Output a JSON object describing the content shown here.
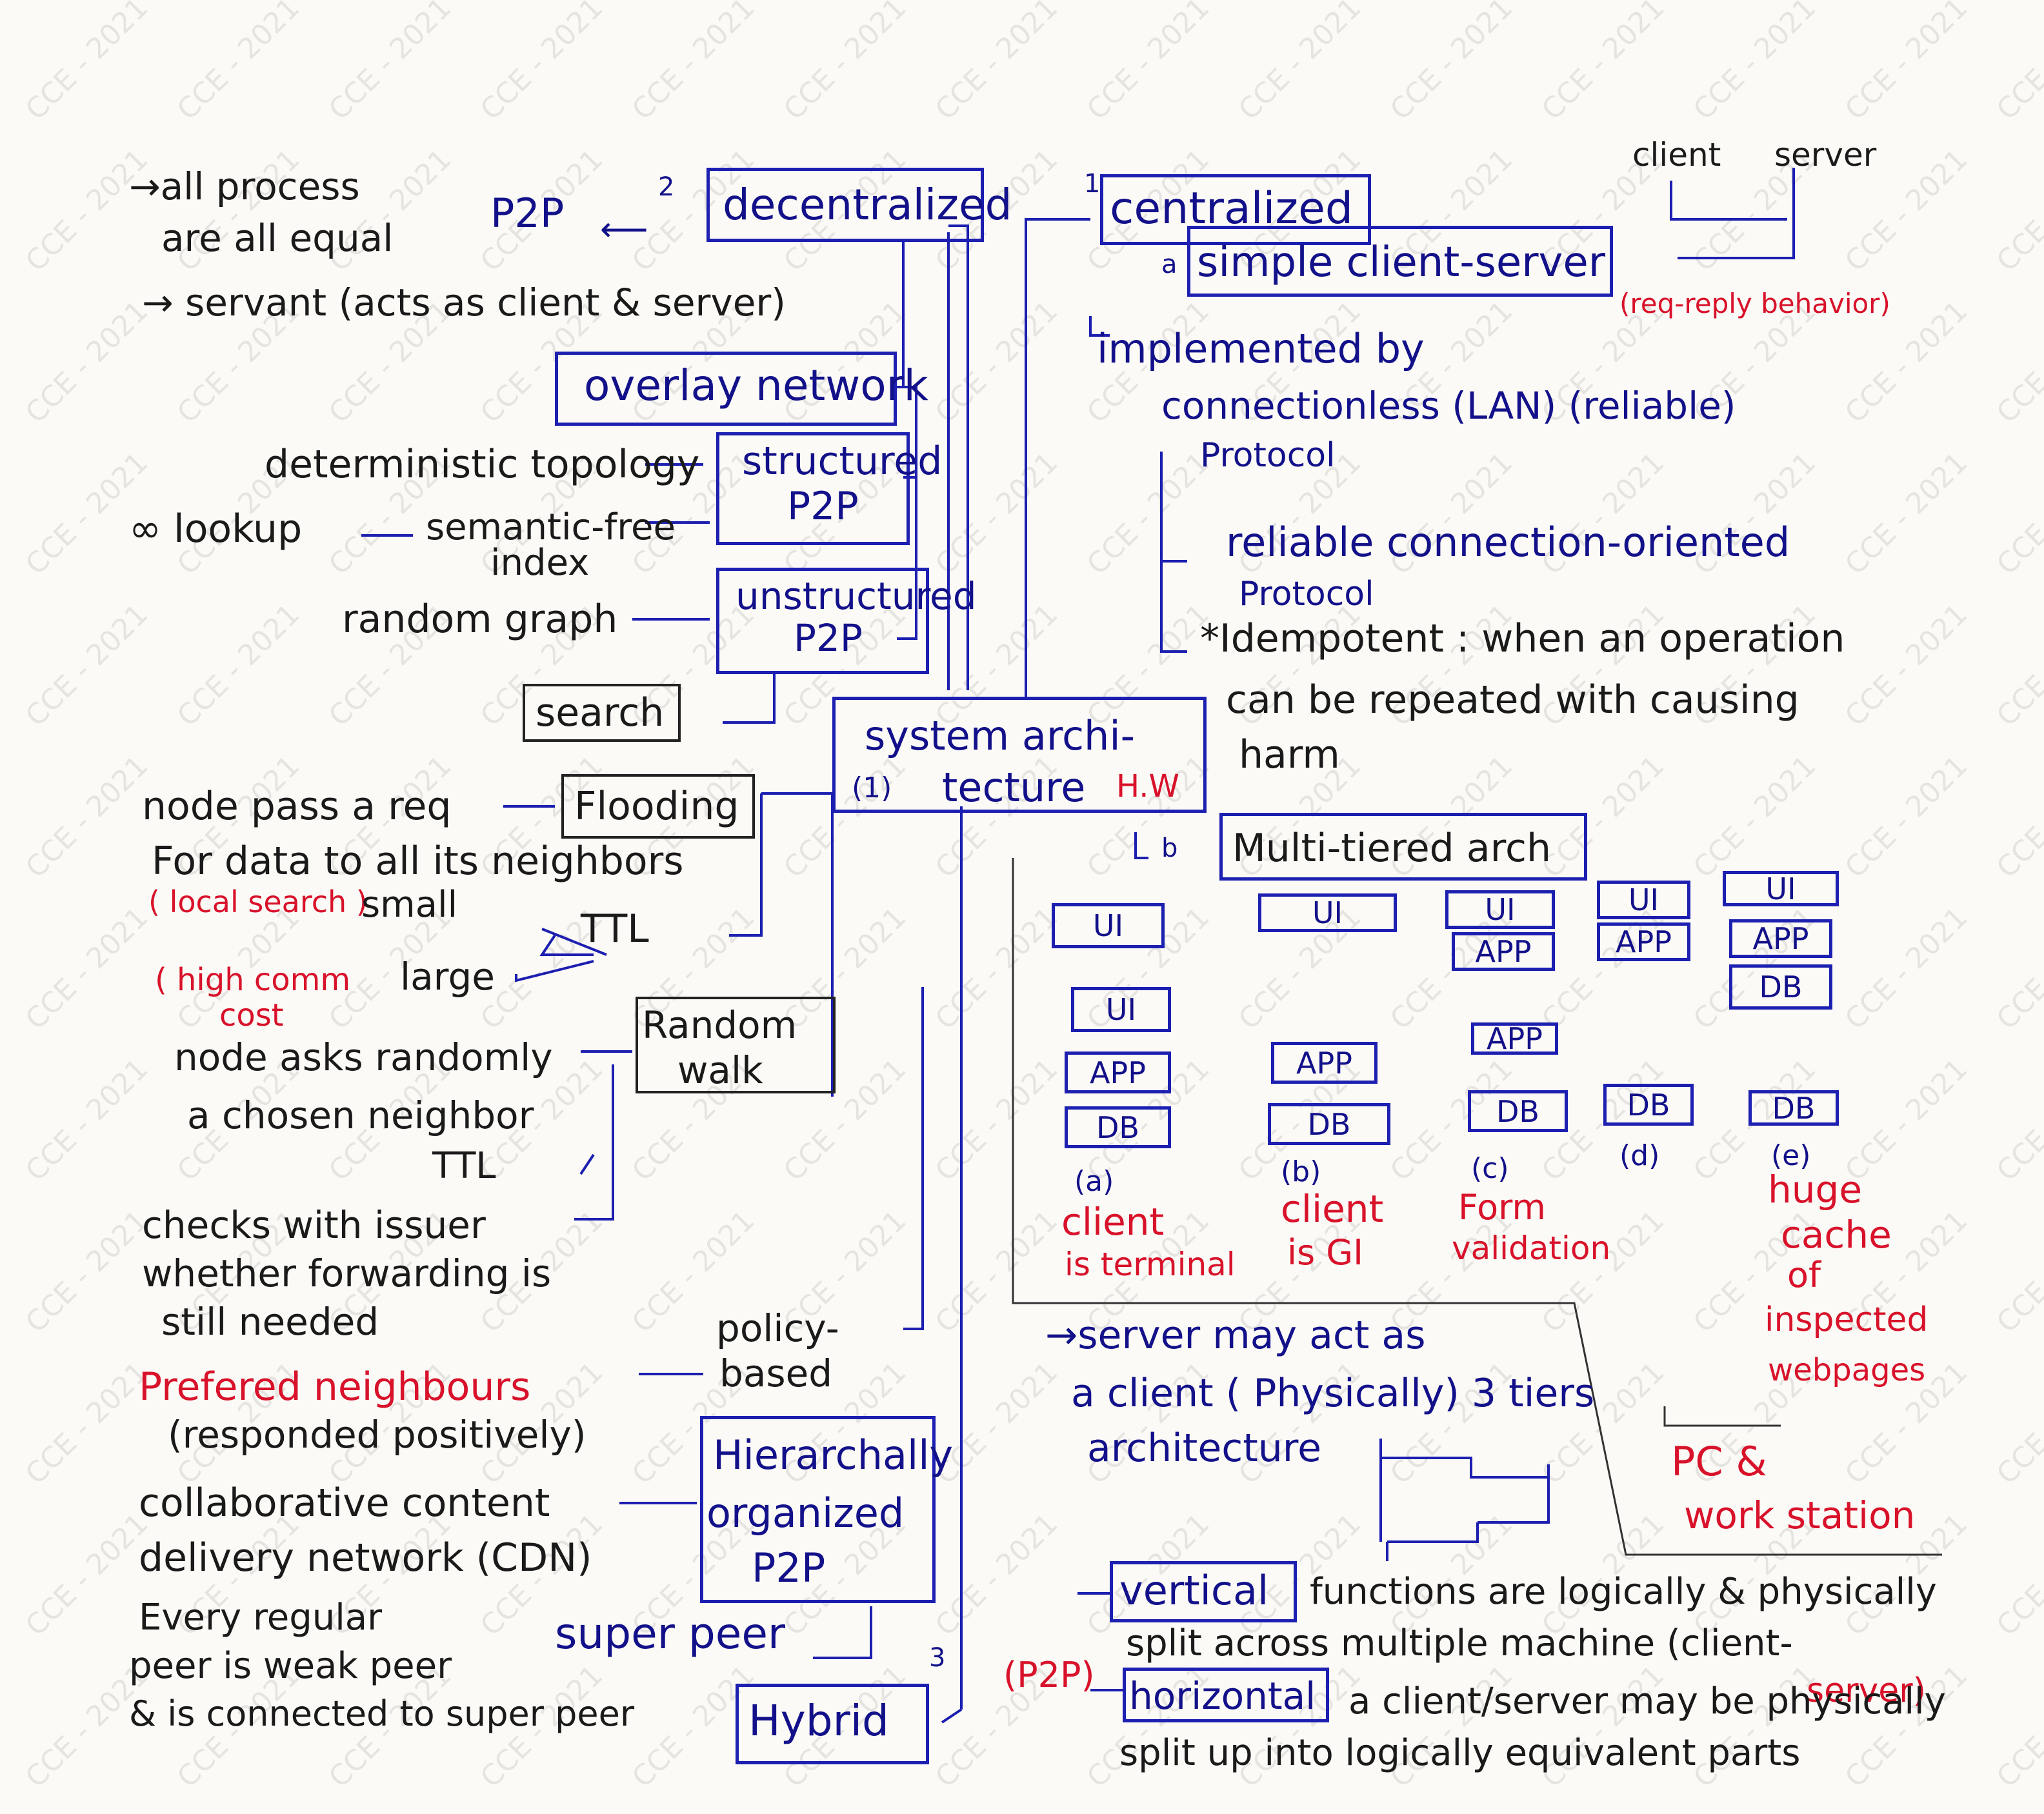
{
  "watermark": "CCE - 2021",
  "center": {
    "title1": "system archi-",
    "title2": "tecture",
    "num": "(1)",
    "hw": "H.W"
  },
  "left": {
    "n2": "2",
    "decentralized": "decentralized",
    "p2p_arrow": "P2P",
    "all_process": "→all process",
    "are_all_equal": "are all equal",
    "servant": "→ servant (acts as client & server)",
    "overlay": "overlay network",
    "structured1": "structured",
    "structured2": "P2P",
    "deterministic": "deterministic topology",
    "lookup": "∞ lookup",
    "semantic": "semantic-free",
    "index": "index",
    "unstructured1": "unstructured",
    "unstructured2": "P2P",
    "random_graph": "random graph",
    "search": "search",
    "flooding": "Flooding",
    "node_pass": "node pass a req",
    "for_data": "For data to all its neighbors",
    "small": "small",
    "local_search": "( local search )",
    "ttl": "TTL",
    "high_comm": "( high comm",
    "cost": "cost",
    "large": "large",
    "random_walk1": "Random",
    "random_walk2": "walk",
    "node_asks": "node asks randomly",
    "chosen": "a chosen neighbor",
    "ttl2": "TTL",
    "checks1": "checks with issuer",
    "checks2": "whether forwarding is",
    "checks3": "still needed",
    "policy1": "policy-",
    "policy2": "based",
    "prefered": "Prefered neighbours",
    "responded": "(responded positively)",
    "hier1": "Hierarchally",
    "hier2": "organized",
    "hier3": "P2P",
    "collab1": "collaborative content",
    "collab2": "delivery network (CDN)",
    "every1": "Every regular",
    "every2": "peer is weak peer",
    "every3": "& is connected to super peer",
    "super_peer": "super peer",
    "n3": "3",
    "hybrid": "Hybrid"
  },
  "right": {
    "n1": "1",
    "centralized": "centralized",
    "a": "a",
    "simple_cs": "simple client-server",
    "client": "client",
    "server": "server",
    "req_reply": "(req-reply behavior)",
    "implemented": "implemented by",
    "connectionless": "connectionless (LAN) (reliable)",
    "protocol1": "Protocol",
    "reliable": "reliable connection-oriented",
    "protocol2": "Protocol",
    "idempotent": "*Idempotent : when an operation",
    "can_be": "can be repeated with causing",
    "harm": "harm",
    "b": "b",
    "multi_tiered": "Multi-tiered arch",
    "tier_ui": "UI",
    "tier_app": "APP",
    "tier_db": "DB",
    "la": "(a)",
    "lb": "(b)",
    "lc": "(c)",
    "ld": "(d)",
    "le": "(e)",
    "ca1": "client",
    "ca2": "is terminal",
    "cb1": "client",
    "cb2": "is GI",
    "cc1": "Form",
    "cc2": "validation",
    "ce1": "huge",
    "ce2": "cache",
    "ce3": "of",
    "ce4": "inspected",
    "ce5": "webpages",
    "pc1": "PC &",
    "pc2": "work station",
    "server_act1": "→server may act as",
    "server_act2": "a client ( Physically) 3 tiers",
    "server_act3": "architecture",
    "vertical": "vertical",
    "vert1": "functions are logically & physically",
    "vert2": "split across multiple machine (client-",
    "vert3": "server)",
    "p2p_tag": "(P2P)",
    "horizontal": "horizontal",
    "hor1": "a client/server may be physically",
    "hor2": "split up into logically equivalent parts"
  }
}
